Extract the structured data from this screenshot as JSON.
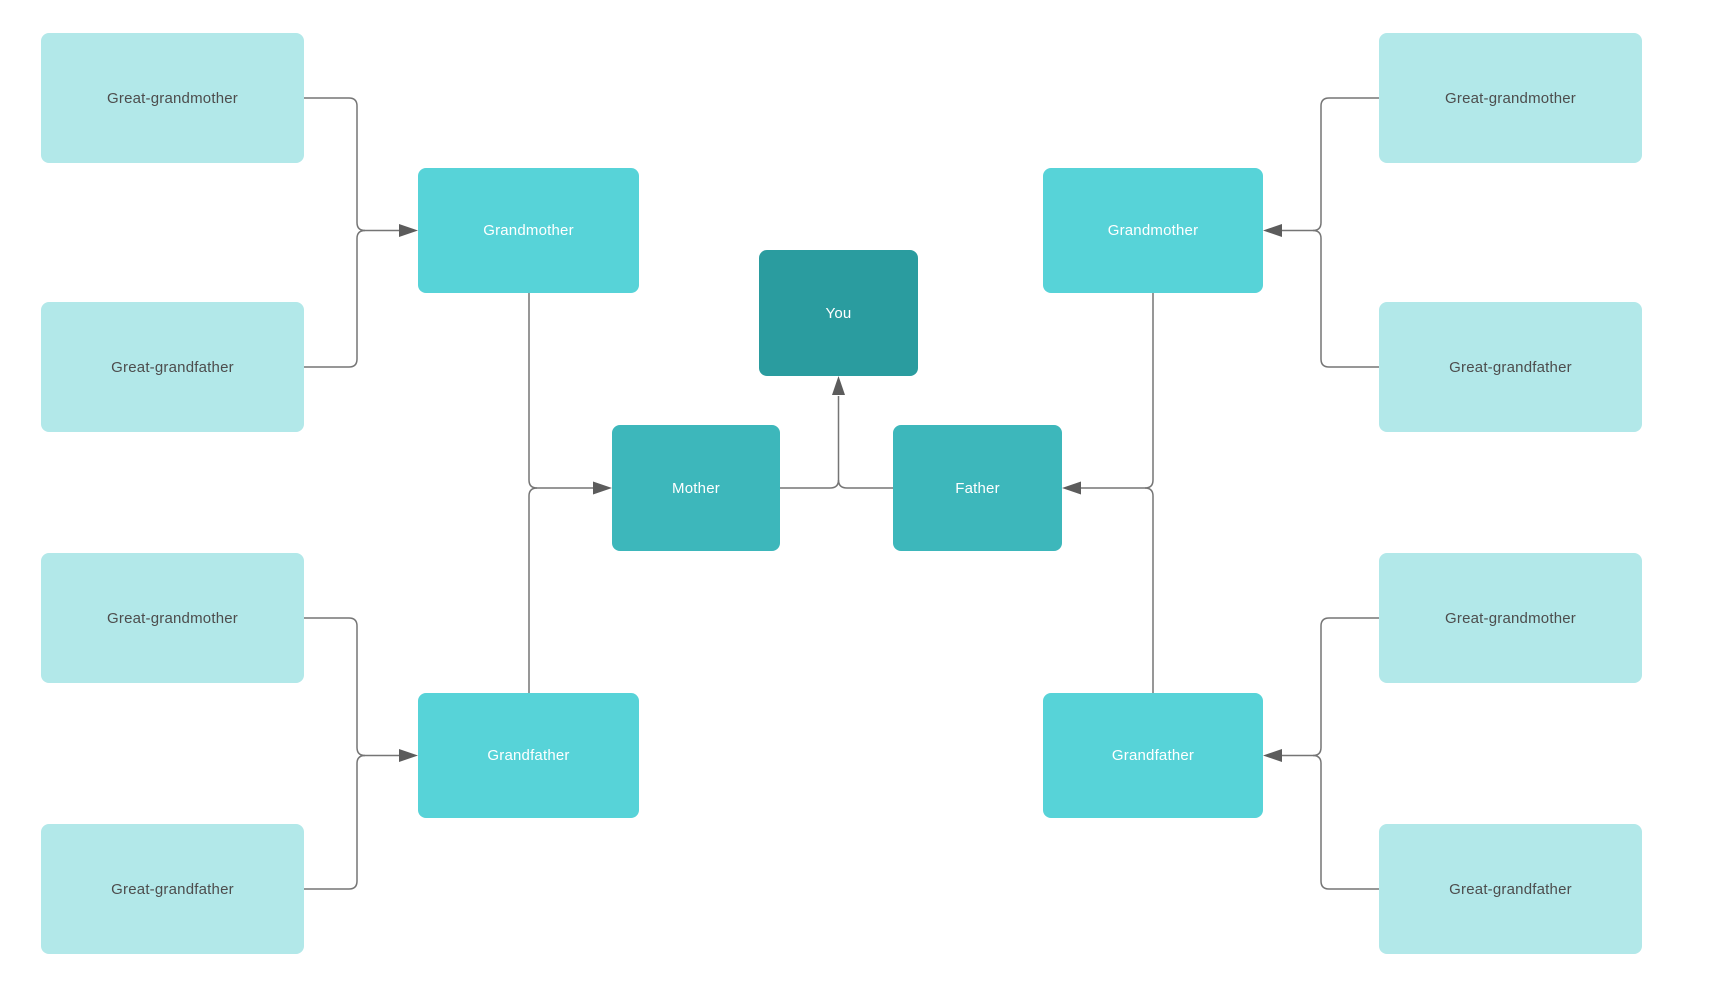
{
  "palette": {
    "background": "#ffffff",
    "great-fill": "#b2e8e9",
    "great-text": "#4d4d4d",
    "grand-fill": "#57d3d8",
    "parent-fill": "#3db7bb",
    "you-fill": "#2a9c9f",
    "white-text": "#ffffff",
    "connector": "#757575",
    "arrowhead": "#5c5c5c"
  },
  "nodes": [
    {
      "id": "gg-left-1",
      "label": "Great-grandmother",
      "generation": "great-grandparent"
    },
    {
      "id": "gg-left-2",
      "label": "Great-grandfather",
      "generation": "great-grandparent"
    },
    {
      "id": "gg-left-3",
      "label": "Great-grandmother",
      "generation": "great-grandparent"
    },
    {
      "id": "gg-left-4",
      "label": "Great-grandfather",
      "generation": "great-grandparent"
    },
    {
      "id": "gm-left",
      "label": "Grandmother",
      "generation": "grandparent"
    },
    {
      "id": "gf-left",
      "label": "Grandfather",
      "generation": "grandparent"
    },
    {
      "id": "mother",
      "label": "Mother",
      "generation": "parent"
    },
    {
      "id": "you",
      "label": "You",
      "generation": "self"
    },
    {
      "id": "father",
      "label": "Father",
      "generation": "parent"
    },
    {
      "id": "gm-right",
      "label": "Grandmother",
      "generation": "grandparent"
    },
    {
      "id": "gf-right",
      "label": "Grandfather",
      "generation": "grandparent"
    },
    {
      "id": "gg-right-1",
      "label": "Great-grandmother",
      "generation": "great-grandparent"
    },
    {
      "id": "gg-right-2",
      "label": "Great-grandfather",
      "generation": "great-grandparent"
    },
    {
      "id": "gg-right-3",
      "label": "Great-grandmother",
      "generation": "great-grandparent"
    },
    {
      "id": "gg-right-4",
      "label": "Great-grandfather",
      "generation": "great-grandparent"
    }
  ],
  "edges": [
    {
      "parents": [
        "gg-left-1",
        "gg-left-2"
      ],
      "child": "gm-left"
    },
    {
      "parents": [
        "gg-left-3",
        "gg-left-4"
      ],
      "child": "gf-left"
    },
    {
      "parents": [
        "gm-left",
        "gf-left"
      ],
      "child": "mother"
    },
    {
      "parents": [
        "gg-right-1",
        "gg-right-2"
      ],
      "child": "gm-right"
    },
    {
      "parents": [
        "gg-right-3",
        "gg-right-4"
      ],
      "child": "gf-right"
    },
    {
      "parents": [
        "gm-right",
        "gf-right"
      ],
      "child": "father"
    },
    {
      "parents": [
        "mother",
        "father"
      ],
      "child": "you"
    }
  ]
}
